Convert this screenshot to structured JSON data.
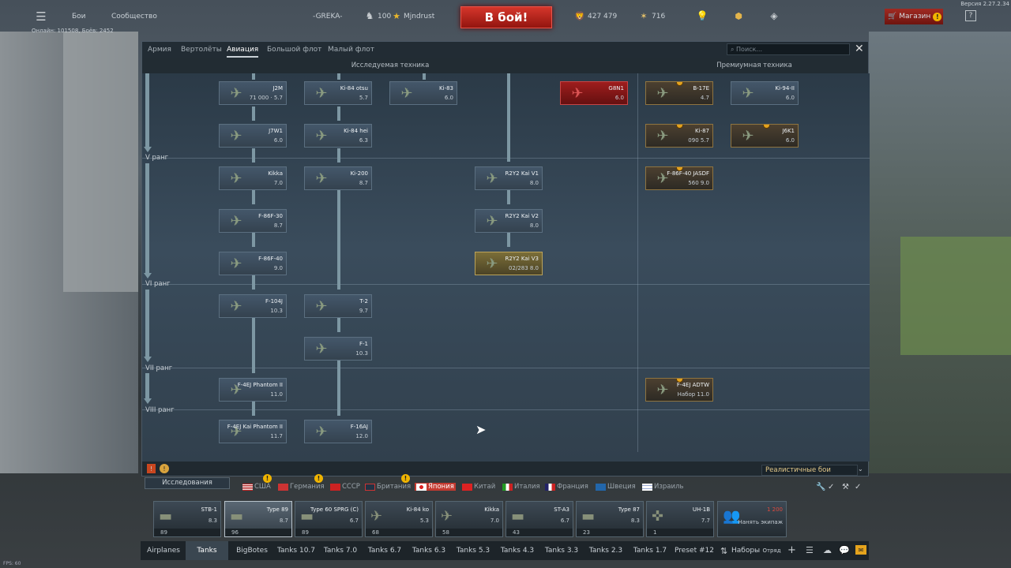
{
  "version": "Версия 2.27.2.34",
  "fps": "FPS: 60",
  "online": "Онлайн: 101508, Боёв: 2452",
  "topbar": {
    "battles": "Бои",
    "community": "Сообщество",
    "squad": "-GREKA-",
    "level": "100",
    "nick": "Mjndrust",
    "battle": "В бой!",
    "silver": "427 479",
    "gold": "716",
    "shop": "Магазин"
  },
  "tabs": [
    "Армия",
    "Вертолёты",
    "Авиация",
    "Большой флот",
    "Малый флот"
  ],
  "search_placeholder": "Поиск...",
  "sections": {
    "research": "Исследуемая техника",
    "premium": "Премиумная техника"
  },
  "ranks": [
    "V ранг",
    "VI ранг",
    "VII ранг",
    "VIII ранг"
  ],
  "cards": [
    {
      "name": "J2M",
      "line": "71 000 · 5.7"
    },
    {
      "name": "Ki-84 otsu",
      "line": "5.7"
    },
    {
      "name": "Ki-83",
      "line": "6.0"
    },
    {
      "name": "G8N1",
      "line": "6.0"
    },
    {
      "name": "B-17E",
      "line": "4.7"
    },
    {
      "name": "Ki-94-II",
      "line": "6.0"
    },
    {
      "name": "J7W1",
      "line": "6.0"
    },
    {
      "name": "Ki-84 hei",
      "line": "6.3"
    },
    {
      "name": "Ki-87",
      "line": "090 5.7"
    },
    {
      "name": "J6K1",
      "line": "6.0"
    },
    {
      "name": "Kikka",
      "line": "7.0"
    },
    {
      "name": "Ki-200",
      "line": "8.7"
    },
    {
      "name": "R2Y2 Kai V1",
      "line": "8.0"
    },
    {
      "name": "F-86F-40 JASDF",
      "line": "560 9.0"
    },
    {
      "name": "F-86F-30",
      "line": "8.7"
    },
    {
      "name": "R2Y2 Kai V2",
      "line": "8.0"
    },
    {
      "name": "F-86F-40",
      "line": "9.0"
    },
    {
      "name": "R2Y2 Kai V3",
      "line": "02/283 8.0"
    },
    {
      "name": "F-104J",
      "line": "10.3"
    },
    {
      "name": "T-2",
      "line": "9.7"
    },
    {
      "name": "F-1",
      "line": "10.3"
    },
    {
      "name": "F-4EJ Phantom II",
      "line": "11.0"
    },
    {
      "name": "F-4EJ ADTW",
      "line": "Набор 11.0"
    },
    {
      "name": "F-4EJ Kai Phantom II",
      "line": "11.7"
    },
    {
      "name": "F-16AJ",
      "line": "12.0"
    }
  ],
  "mode": "Реалистичные бои",
  "research_btn": "Исследования",
  "nations": [
    "США",
    "Германия",
    "СССР",
    "Британия",
    "Япония",
    "Китай",
    "Италия",
    "Франция",
    "Швеция",
    "Израиль"
  ],
  "slots": [
    {
      "name": "STB-1",
      "br": "8.3",
      "foot": "89"
    },
    {
      "name": "Type 89",
      "br": "8.7",
      "foot": "96"
    },
    {
      "name": "Type 60 SPRG (C)",
      "br": "6.7",
      "foot": "89"
    },
    {
      "name": "Ki-84 ko",
      "br": "5.3",
      "foot": "68"
    },
    {
      "name": "Kikka",
      "br": "7.0",
      "foot": "58"
    },
    {
      "name": "ST-A3",
      "br": "6.7",
      "foot": "43"
    },
    {
      "name": "Type 87",
      "br": "8.3",
      "foot": "23"
    },
    {
      "name": "UH-1B",
      "br": "7.7",
      "foot": "1"
    }
  ],
  "hire": {
    "cost": "1 200",
    "label": "Нанять экипаж"
  },
  "presets": [
    "Airplanes",
    "Tanks",
    "BigBotes",
    "Tanks 10.7",
    "Tanks 7.0",
    "Tanks 6.7",
    "Tanks 6.3",
    "Tanks 5.3",
    "Tanks 4.3",
    "Tanks 3.3",
    "Tanks 2.3",
    "Tanks 1.7",
    "Preset #12"
  ],
  "bottom": {
    "sets": "Наборы",
    "squad": "Отряд"
  }
}
